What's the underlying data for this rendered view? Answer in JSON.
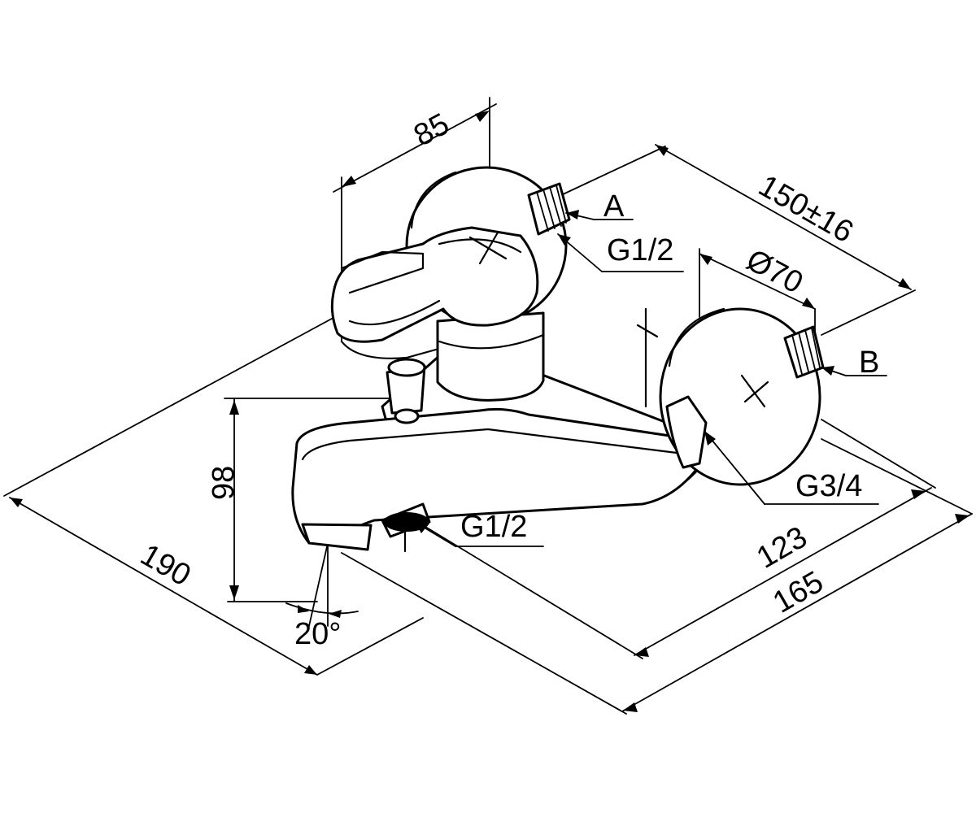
{
  "diagram": {
    "dimensions": {
      "width_top": "85",
      "mount_distance": "150±16",
      "escutcheon_diameter": "Ø70",
      "height": "98",
      "depth": "190",
      "spout_projection": "123",
      "total_projection": "165",
      "spout_angle": "20°"
    },
    "threads": {
      "inlet_a": "G1/2",
      "outlet_shower": "G1/2",
      "outlet_bath": "G3/4"
    },
    "markers": {
      "a": "A",
      "b": "B"
    }
  }
}
